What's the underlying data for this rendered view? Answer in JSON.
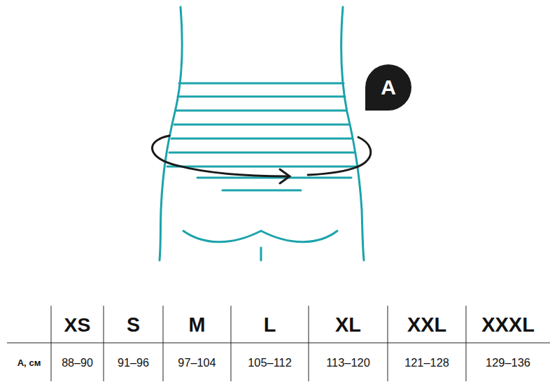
{
  "diagram": {
    "nodes": [
      {
        "text": [
          "A"
        ]
      }
    ],
    "labels": [
      "XS",
      "S",
      "M",
      "L",
      "XL",
      "XXL",
      "XXXL",
      "A, см",
      "88–90",
      "91–96",
      "97–104",
      "105–112",
      "113–120",
      "121–128",
      "129–136"
    ]
  }
}
